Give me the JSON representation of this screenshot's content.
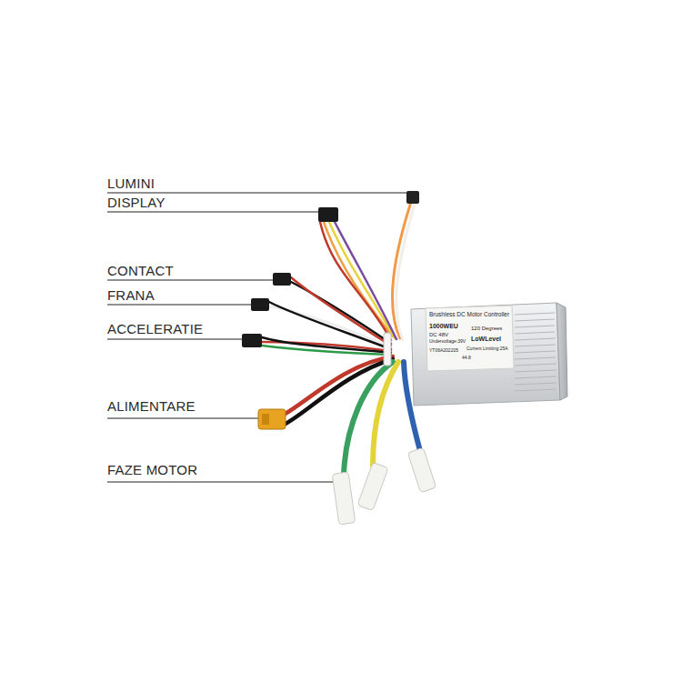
{
  "diagram": {
    "nodes": [
      {
        "text": [
          "Brushless DC Motor Controller",
          "1000WEU",
          "DC 48V",
          "Undervoltage:39V",
          "YT06A202205",
          "120 Degrees",
          "LoWLevel",
          "Current Limiting:25A",
          "44.8"
        ]
      }
    ],
    "labels": [
      "LUMINI",
      "DISPLAY",
      "CONTACT",
      "FRANA",
      "ACCELERATIE",
      "ALIMENTARE",
      "FAZE MOTOR"
    ]
  }
}
